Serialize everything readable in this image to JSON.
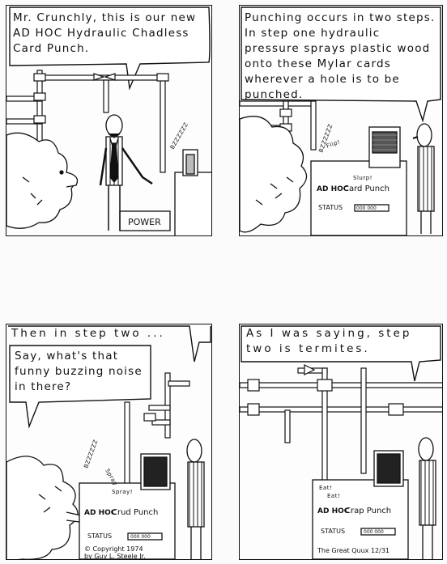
{
  "panel1": {
    "speech": "Mr. Crunchly, this is our new AD HOC Hydraulic Chadless Card Punch.",
    "sfx": "BZZZZZZ",
    "machine_label": "POWER"
  },
  "panel2": {
    "speech": "Punching occurs in two steps. In step one hydraulic pressure sprays plastic wood onto these Mylar cards wherever a hole is to be punched.",
    "sfx_flip": "Flip!",
    "sfx_buzz": "BZZZZZZ",
    "sfx_slurp": "Slurp!",
    "brand": "AD HOC",
    "machine_name": "Card Punch",
    "status_label": "STATUS",
    "status_value": "000 000"
  },
  "panel3": {
    "speech_main": "Then in step two ...",
    "speech_reply": "Say, what's that funny buzzing noise in there?",
    "sfx_buzz": "BZZZZZZ",
    "sfx_spray": "Spray",
    "sfx_spray2": "Spray!",
    "brand": "AD HOC",
    "machine_name": "Crud Punch",
    "status_label": "STATUS",
    "status_value": "000 000",
    "credit_line1": "© Copyright 1974",
    "credit_line2": "by Guy L. Steele Jr."
  },
  "panel4": {
    "speech": "As I was saying, step two is termites.",
    "sfx_eat1": "Eat!",
    "sfx_eat2": "Eat!",
    "brand": "AD HOC",
    "machine_name": "Crap Punch",
    "status_label": "STATUS",
    "status_value": "000 000",
    "credit": "The Great Quux 12/31"
  }
}
